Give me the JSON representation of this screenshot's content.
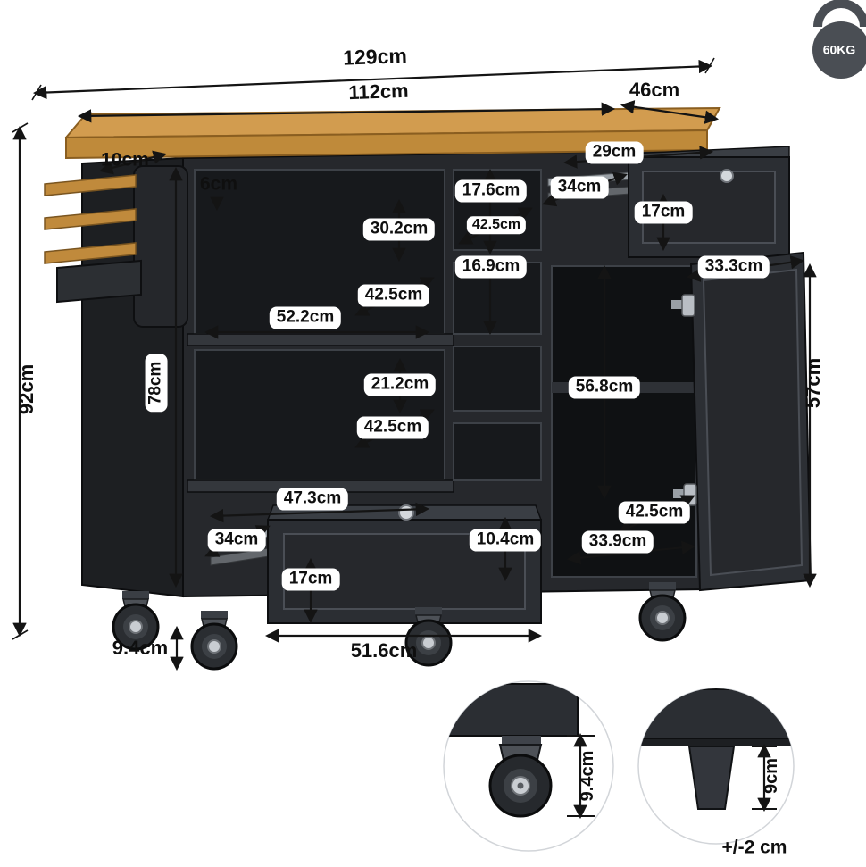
{
  "badge": {
    "max_load": "60KG"
  },
  "note": {
    "tolerance": "+/-2 cm"
  },
  "dims": {
    "overall_width": "129cm",
    "top_width": "112cm",
    "depth": "46cm",
    "left_overhang": "10cm",
    "hole": "6cm",
    "overall_height": "92cm",
    "interior_height": "78cm",
    "top_drawer_width": "29cm",
    "top_drawer_depth": "34cm",
    "top_drawer_front_height": "17cm",
    "cubby_top_height": "17.6cm",
    "cubby_depth": "42.5cm",
    "cubby_bottom_height": "16.9cm",
    "upper_compartment_height": "30.2cm",
    "upper_compartment_depth": "42.5cm",
    "upper_compartment_width": "52.2cm",
    "door_width": "33.3cm",
    "door_height": "57cm",
    "lower_compartment_height": "21.2cm",
    "lower_compartment_depth": "42.5cm",
    "right_compartment_height": "56.8cm",
    "bottom_drawer_width": "47.3cm",
    "bottom_drawer_depth": "34cm",
    "bottom_drawer_front_height": "17cm",
    "bottom_cubby_height": "10.4cm",
    "right_compartment_depth": "42.5cm",
    "right_compartment_width": "33.9cm",
    "bottom_drawer_outer_width": "51.6cm",
    "caster_height": "9.4cm",
    "caster_detail_height": "9.4cm",
    "leg_detail_height": "9cm"
  }
}
